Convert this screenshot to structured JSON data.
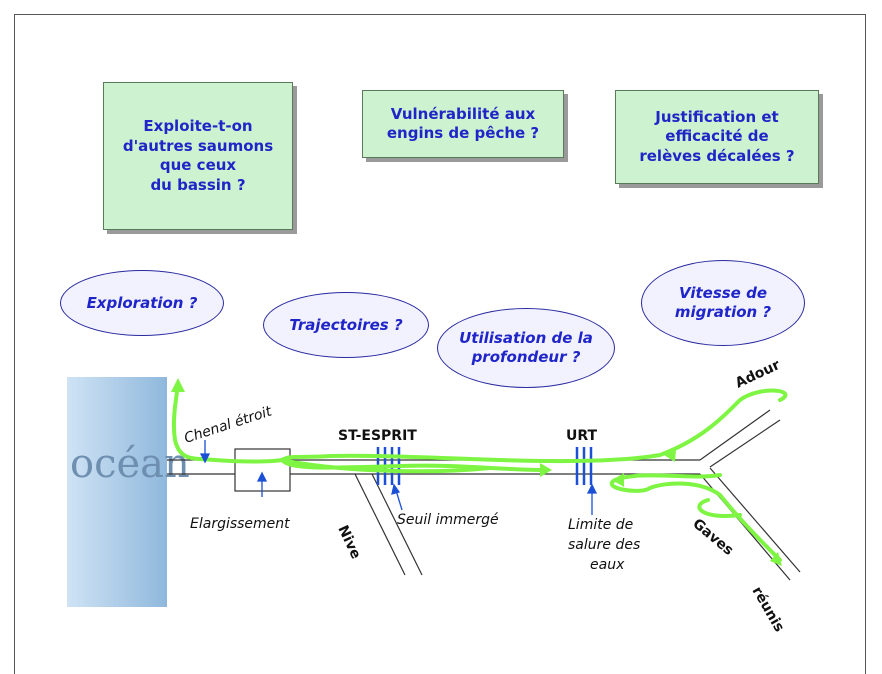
{
  "questions": [
    "Exploite-t-on d'autres saumons que ceux du bassin ?",
    "Vulnérabilité aux engins de pêche ?",
    "Justification et efficacité de relèves décalées ?"
  ],
  "questions_lines": {
    "q1": [
      "Exploite-t-on",
      "d'autres saumons",
      "que ceux",
      "du bassin ?"
    ],
    "q2": [
      "Vulnérabilité aux",
      "engins de pêche ?"
    ],
    "q3": [
      "Justification et",
      "efficacité de",
      "relèves décalées ?"
    ]
  },
  "ovals": {
    "exploration": "Exploration ?",
    "trajectoires": "Trajectoires ?",
    "profondeur": [
      "Utilisation de la",
      "profondeur ?"
    ],
    "vitesse": [
      "Vitesse de",
      "migration ?"
    ]
  },
  "map": {
    "ocean": "océan",
    "chenal": "Chenal étroit",
    "elargissement": "Elargissement",
    "nive": "Nive",
    "st_esprit": "ST-ESPRIT",
    "seuil": "Seuil immergé",
    "urt": "URT",
    "limite": [
      "Limite de",
      "salure des",
      "eaux"
    ],
    "adour": "Adour",
    "gaves": "Gaves",
    "reunis": "réunis"
  },
  "colors": {
    "track": "#7ef542",
    "text_blue": "#1f25c8",
    "box_fill": "#ccf2cf",
    "weir": "#1a4fd6"
  }
}
